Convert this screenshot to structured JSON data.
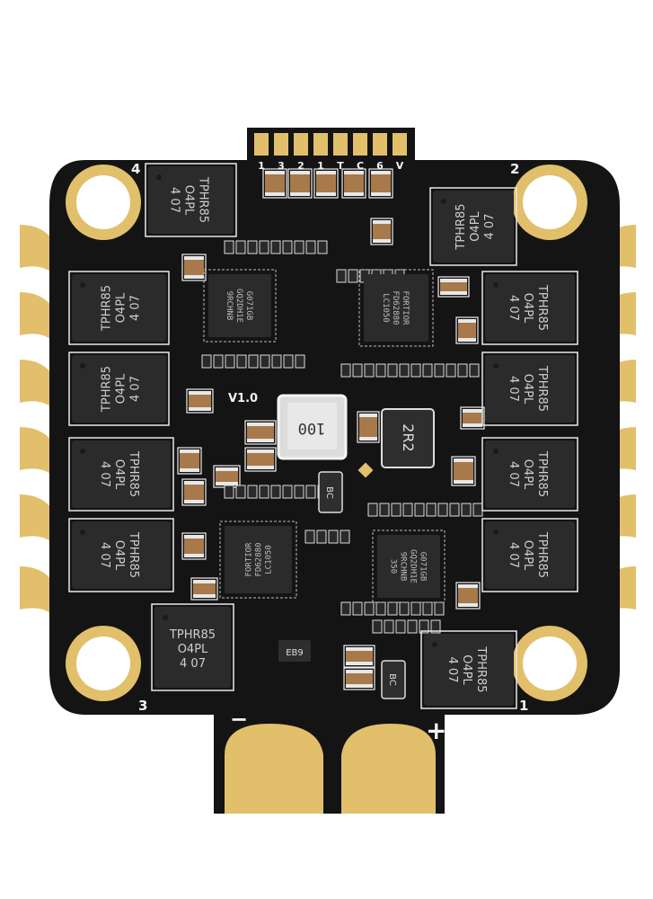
{
  "board": {
    "version": "V1.0",
    "pad_labels": [
      "1",
      "3",
      "2",
      "1",
      "T",
      "C",
      "6",
      "V"
    ],
    "corner_labels": [
      "1",
      "2",
      "3",
      "4"
    ],
    "power_labels": {
      "minus": "−",
      "plus": "+"
    },
    "mosfet": {
      "line1": "TPHR85",
      "line2": "O4PL",
      "line3": "4 07"
    },
    "driver_ic": {
      "line1": "FORTIOR",
      "line2": "FD62880",
      "line3": "LC1050"
    },
    "mcu": {
      "line1": "G071GB",
      "line2": "GQ2DH1E",
      "line3": "9RCHNB",
      "line4": "350"
    },
    "inductor_main": "100",
    "inductor_small": "2R2",
    "regulator_a": "BC",
    "regulator_b": "BC",
    "sot_part": "EB9"
  },
  "colors": {
    "pcb": "#141414",
    "gold": "#e2bf6a",
    "chip": "#2b2b2b",
    "cap": "#a8794a"
  }
}
